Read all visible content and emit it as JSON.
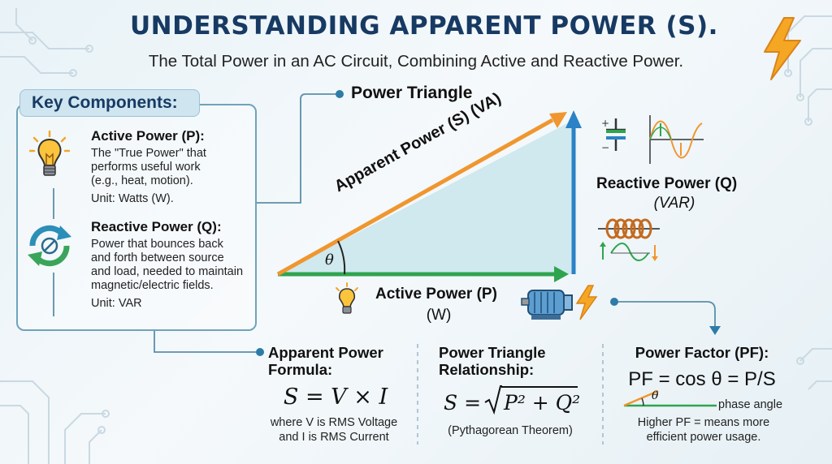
{
  "header": {
    "title": "UNDERSTANDING APPARENT POWER (S).",
    "subtitle": "The Total Power in an AC Circuit, Combining Active and Reactive Power."
  },
  "key_components": {
    "heading": "Key Components:",
    "active": {
      "title": "Active Power (P):",
      "lines": [
        "The \"True Power\" that",
        "performs useful work",
        "(e.g., heat, motion)."
      ],
      "unit": "Unit: Watts (W)."
    },
    "reactive": {
      "title": "Reactive Power (Q):",
      "lines": [
        "Power that bounces back",
        "and forth between source",
        "and load, needed to maintain",
        "magnetic/electric fields."
      ],
      "unit": "Unit: VAR"
    }
  },
  "triangle": {
    "heading": "Power Triangle",
    "hypotenuse_label": "Apparent Power (S) (VA)",
    "angle_label": "θ",
    "base_label": "Active Power (P)",
    "base_unit": "(W)",
    "vertical_label": "Reactive Power (Q)",
    "vertical_unit": "(VAR)"
  },
  "formula_section": {
    "heading_line1": "Apparent Power",
    "heading_line2": "Formula:",
    "formula": "S = V × I",
    "note_line1": "where V is RMS Voltage",
    "note_line2": "and I is RMS Current"
  },
  "relationship_section": {
    "heading_line1": "Power Triangle",
    "heading_line2": "Relationship:",
    "formula_lhs": "S =",
    "formula_radicand": "P² + Q²",
    "note": "(Pythagorean Theorem)"
  },
  "pf_section": {
    "heading": "Power Factor (PF):",
    "formula": "PF = cos θ = P/S",
    "angle_symbol": "θ",
    "angle_caption": "phase angle",
    "note_line1": "Higher PF = means more",
    "note_line2": "efficient power usage."
  },
  "colors": {
    "title": "#173a63",
    "hypotenuse": "#f0962f",
    "base": "#2fa44f",
    "vertical": "#2b82c6",
    "triangle_fill": "#cfe9ee",
    "connector": "#5b8fa8"
  },
  "icons": [
    "lightning-bolt-icon",
    "lightbulb-icon",
    "cycle-arrows-icon",
    "capacitor-icon",
    "sine-wave-icon",
    "inductor-coil-icon",
    "electric-motor-icon",
    "circuit-trace-decoration"
  ]
}
